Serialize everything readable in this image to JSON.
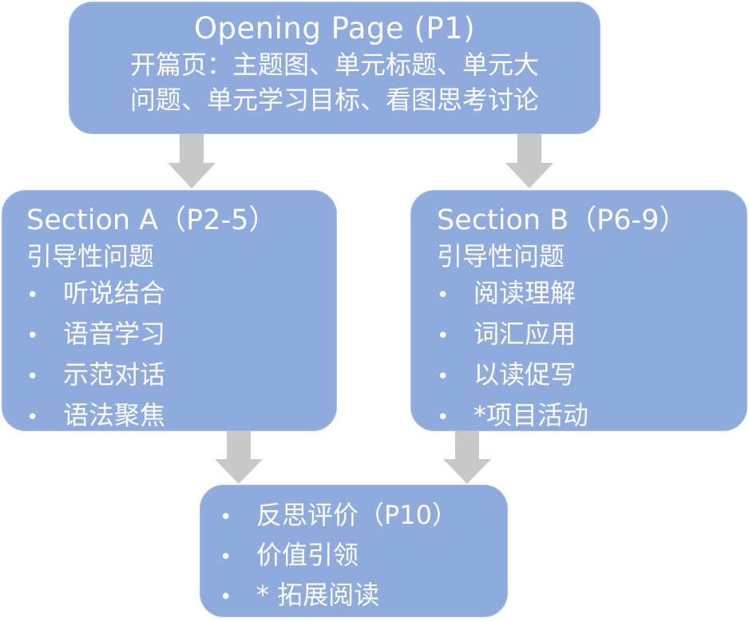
{
  "opening": {
    "title": "Opening Page (P1)",
    "line1": "开篇页：主题图、单元标题、单元大",
    "line2": "问题、单元学习目标、看图思考讨论"
  },
  "section_a": {
    "title": "Section A（P2-5）",
    "subtitle": "引导性问题",
    "items": [
      "听说结合",
      "语音学习",
      "示范对话",
      "语法聚焦"
    ]
  },
  "section_b": {
    "title": "Section B（P6-9）",
    "subtitle": "引导性问题",
    "items": [
      "阅读理解",
      "词汇应用",
      "以读促写",
      "*项目活动"
    ]
  },
  "reflection": {
    "items": [
      "反思评价（P10）",
      "价值引领",
      "* 拓展阅读"
    ]
  },
  "bullet": "•",
  "colors": {
    "box_fill": "#8faadc",
    "box_border": "#a9bee6",
    "arrow": "#c8c8c8",
    "text": "#ffffff"
  }
}
